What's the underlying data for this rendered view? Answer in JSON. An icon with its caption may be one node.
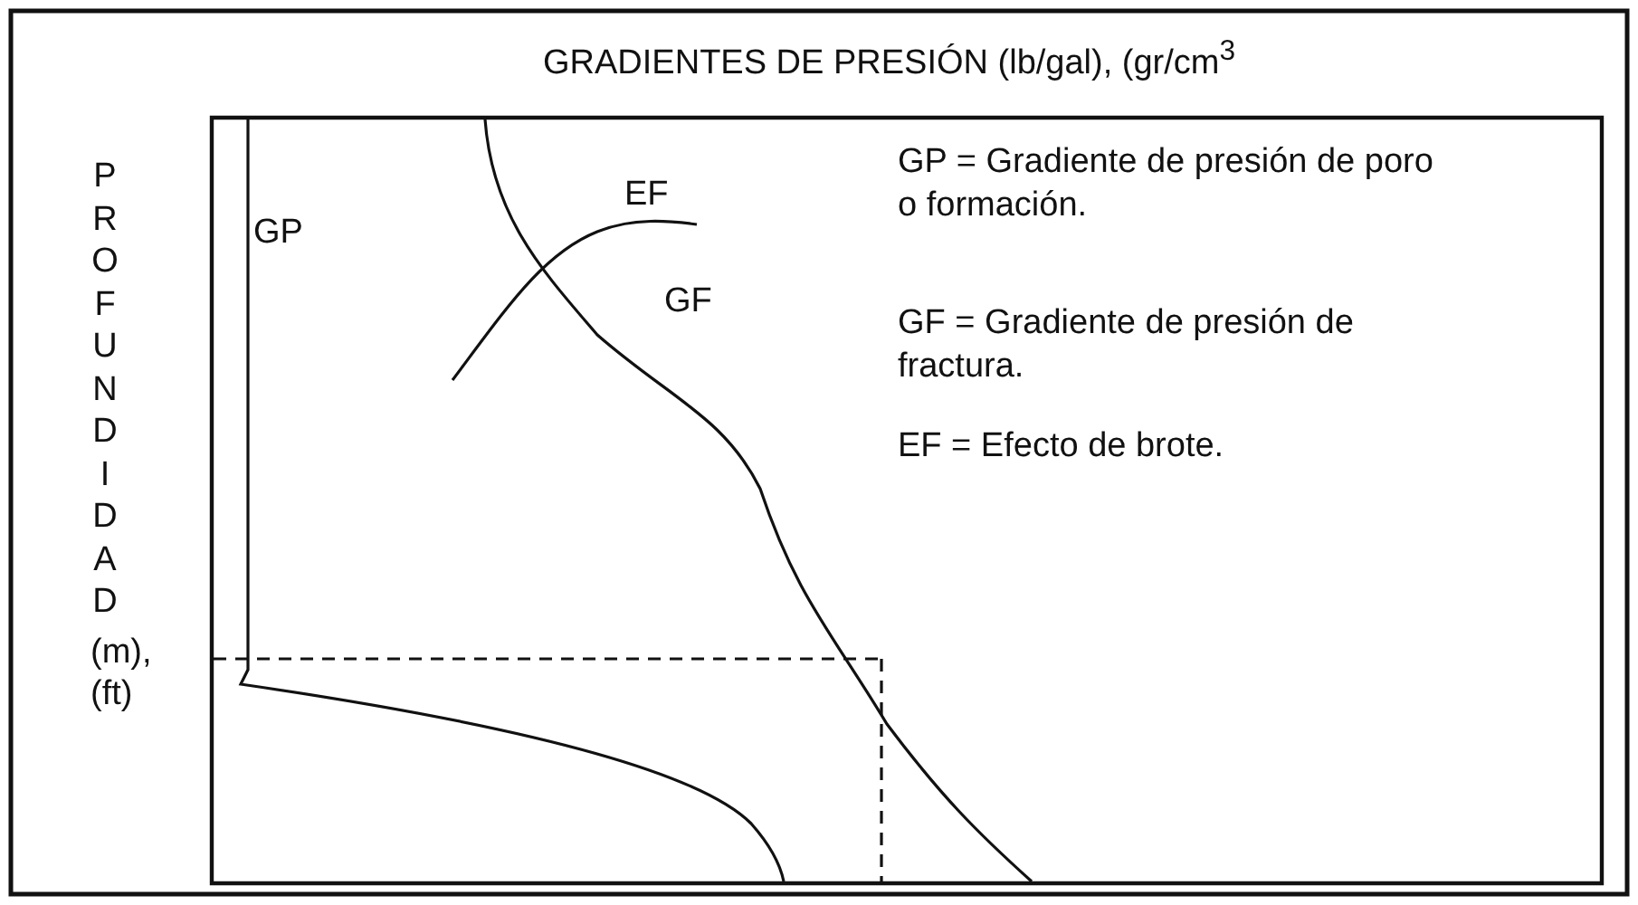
{
  "diagram": {
    "title": "GRADIENTES DE PRESIÓN (lb/gal), (gr/cm$^{3}$",
    "labels": [
      "PROFUNDIDAD",
      "(m), (ft)",
      "GP",
      "EF",
      "GF",
      "GP = Gradiente de presión de poro o formación.",
      "GF = Gradiente de presión de fractura.",
      "EF = Efecto de brote."
    ]
  }
}
